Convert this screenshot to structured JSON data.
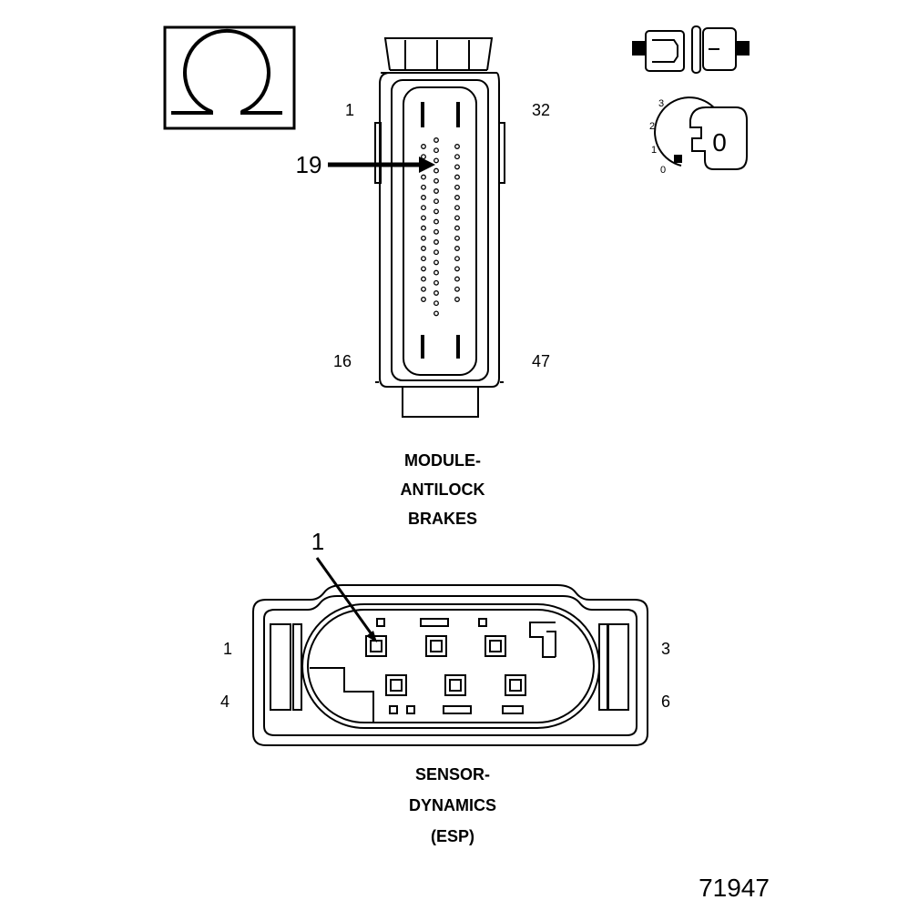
{
  "connector_a": {
    "pin_labels": {
      "top_left": "1",
      "top_right": "32",
      "bottom_left": "16",
      "bottom_right": "47"
    },
    "callout": "19",
    "title_lines": [
      "MODULE-",
      "ANTILOCK",
      "BRAKES"
    ]
  },
  "key_position": {
    "ticks": [
      "3",
      "2",
      "1",
      "0"
    ],
    "value": "0"
  },
  "connector_b": {
    "pin_labels": {
      "left_top": "1",
      "right_top": "3",
      "left_bottom": "4",
      "right_bottom": "6"
    },
    "callout": "1",
    "title_lines": [
      "SENSOR-",
      "DYNAMICS",
      "(ESP)"
    ]
  },
  "figure_number": "71947"
}
